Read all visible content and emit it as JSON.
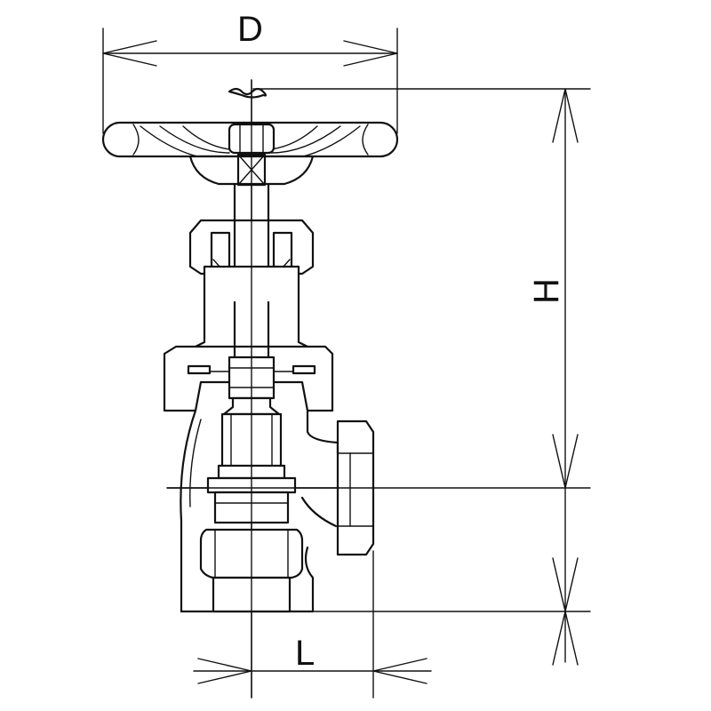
{
  "diagram": {
    "dimensions": {
      "diameter_label": "D",
      "height_label": "H",
      "length_label": "L"
    },
    "colors": {
      "line": "#111111",
      "background": "#ffffff"
    }
  }
}
